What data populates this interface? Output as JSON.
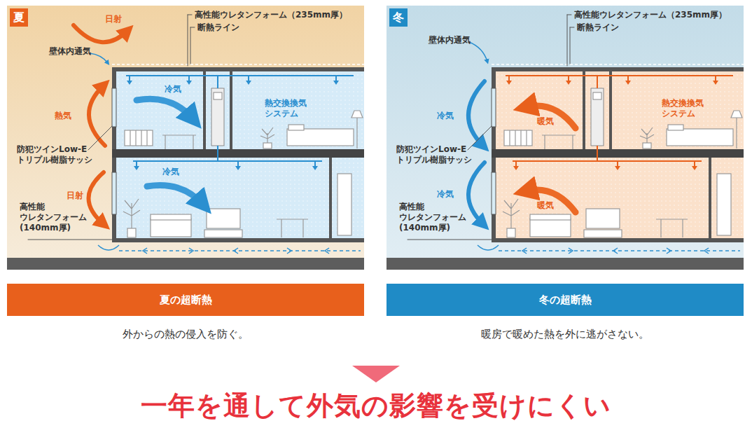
{
  "diagram": {
    "nodes": [
      {
        "text": [
          "夏"
        ]
      },
      {
        "text": [
          "冬"
        ]
      },
      {
        "text": [
          "夏の超断熱"
        ]
      },
      {
        "text": [
          "冬の超断熱"
        ]
      }
    ],
    "labels": [
      "日射",
      "高性能ウレタンフォーム（235mm厚）",
      "断熱ライン",
      "壁体内通気",
      "冷気",
      "熱交換換気 システム",
      "熱気",
      "防犯ツインLow-E トリプル樹脂サッシ",
      "冷気",
      "日射",
      "高性能 ウレタンフォーム (140mm厚)",
      "高性能ウレタンフォーム（235mm厚）",
      "断熱ライン",
      "壁体内通気",
      "冷気",
      "暖気",
      "熱交換換気 システム",
      "防犯ツインLow-E トリプル樹脂サッシ",
      "冷気",
      "暖気",
      "高性能 ウレタンフォーム (140mm厚)",
      "外からの熱の侵入を防ぐ。",
      "暖房で暖めた熱を外に逃がさない。",
      "一年を通して外気の影響を受けにくい"
    ]
  }
}
